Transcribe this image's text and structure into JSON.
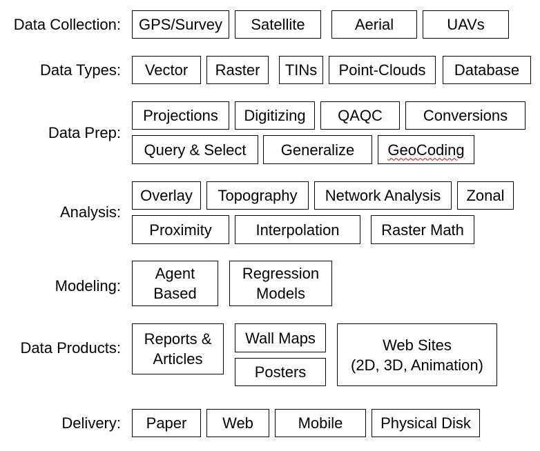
{
  "rows": [
    {
      "label": "Data Collection:",
      "items": [
        "GPS/Survey",
        "Satellite",
        "Aerial",
        "UAVs"
      ]
    },
    {
      "label": "Data Types:",
      "items": [
        "Vector",
        "Raster",
        "TINs",
        "Point-Clouds",
        "Database"
      ]
    },
    {
      "label": "Data Prep:",
      "items": [
        "Projections",
        "Digitizing",
        "QAQC",
        "Conversions",
        "Query & Select",
        "Generalize",
        "GeoCoding"
      ]
    },
    {
      "label": "Analysis:",
      "items": [
        "Overlay",
        "Topography",
        "Network Analysis",
        "Zonal",
        "Proximity",
        "Interpolation",
        "Raster Math"
      ]
    },
    {
      "label": "Modeling:",
      "items": [
        "Agent\nBased",
        "Regression\nModels"
      ]
    },
    {
      "label": "Data Products:",
      "items": [
        "Reports &\nArticles",
        "Wall Maps",
        "Posters",
        "Web Sites\n(2D, 3D, Animation)"
      ]
    },
    {
      "label": "Delivery:",
      "items": [
        "Paper",
        "Web",
        "Mobile",
        "Physical Disk"
      ]
    }
  ],
  "spellcheck_color": "#d40000"
}
